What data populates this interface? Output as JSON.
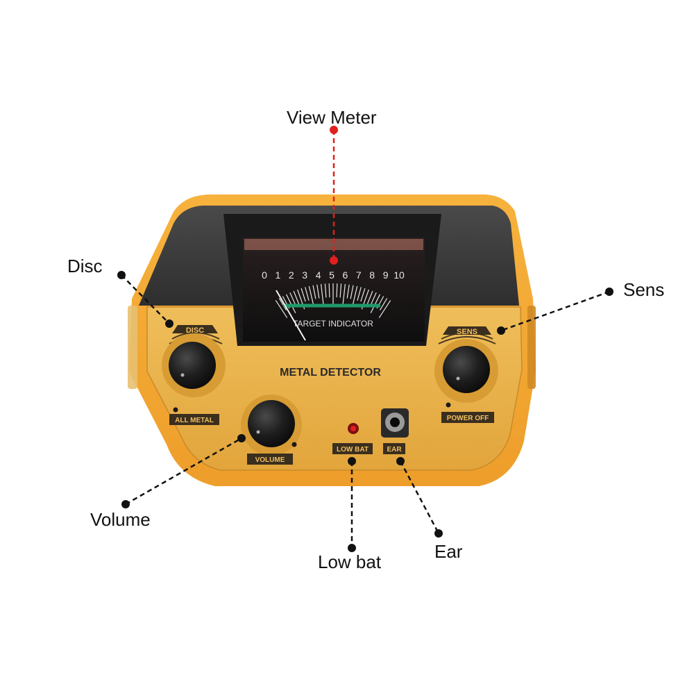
{
  "callouts": {
    "view_meter": "View Meter",
    "disc": "Disc",
    "sens": "Sens",
    "volume": "Volume",
    "low_bat": "Low bat",
    "ear": "Ear"
  },
  "panel": {
    "brand": "METAL DETECTOR",
    "meter_caption": "TARGET INDICATOR",
    "meter_scale": [
      "0",
      "1",
      "2",
      "3",
      "4",
      "5",
      "6",
      "7",
      "8",
      "9",
      "10"
    ],
    "disc_label": "DISC",
    "all_metal_label": "ALL METAL",
    "sens_label": "SENS",
    "power_off_label": "POWER OFF",
    "volume_label": "VOLUME",
    "low_bat_label": "LOW BAT",
    "ear_label": "EAR"
  },
  "colors": {
    "body_yellow": "#F2A630",
    "panel_yellow": "#E9B246",
    "dark_grey": "#3A3A3A",
    "knob": "#1E1E1E",
    "meter_face": "#141414",
    "meter_green": "#1F9A6A",
    "leader_red": "#E0201E",
    "leader_black": "#111111"
  }
}
